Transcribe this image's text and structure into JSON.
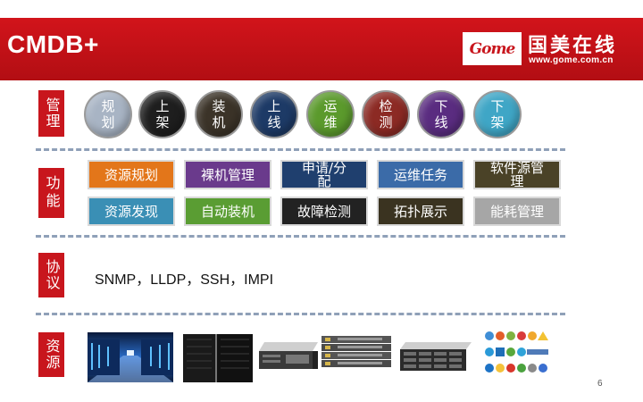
{
  "slide": {
    "title": "CMDB+",
    "page_number": "6"
  },
  "logo": {
    "script_text": "Gome",
    "cn_text": "国美在线",
    "url": "www.gome.com.cn"
  },
  "categories": [
    {
      "label": "管理"
    },
    {
      "label": "功能"
    },
    {
      "label": "协议"
    },
    {
      "label": "资源"
    }
  ],
  "management": [
    {
      "line1": "规",
      "line2": "划",
      "color": "#a8b4c4"
    },
    {
      "line1": "上",
      "line2": "架",
      "color": "#1e1e1e"
    },
    {
      "line1": "装",
      "line2": "机",
      "color": "#3b3328"
    },
    {
      "line1": "上",
      "line2": "线",
      "color": "#1d3a66"
    },
    {
      "line1": "运",
      "line2": "维",
      "color": "#5b9a2c"
    },
    {
      "line1": "检",
      "line2": "测",
      "color": "#8c2a24"
    },
    {
      "line1": "下",
      "line2": "线",
      "color": "#5a2c80"
    },
    {
      "line1": "下",
      "line2": "架",
      "color": "#3fa6c6"
    }
  ],
  "functions": {
    "row1": [
      {
        "label": "资源规划",
        "color": "#e3761a"
      },
      {
        "label": "裸机管理",
        "color": "#6a3a8c"
      },
      {
        "label": "申请/分配",
        "color": "#1f3f6e"
      },
      {
        "label": "运维任务",
        "color": "#3b6ba8"
      },
      {
        "label": "软件源管理",
        "color": "#4a4227"
      }
    ],
    "row2": [
      {
        "label": "资源发现",
        "color": "#3a8fb5"
      },
      {
        "label": "自动装机",
        "color": "#5a9d33"
      },
      {
        "label": "故障检测",
        "color": "#222222"
      },
      {
        "label": "拓扑展示",
        "color": "#3a3320"
      },
      {
        "label": "能耗管理",
        "color": "#a6a6a6"
      }
    ]
  },
  "protocols": {
    "text": "SNMP，LLDP，SSH，IMPI"
  },
  "resources": [
    {
      "kind": "datacenter-photo"
    },
    {
      "kind": "server-rack-photo"
    },
    {
      "kind": "rack-server-photo"
    },
    {
      "kind": "switch-stack-photo"
    },
    {
      "kind": "storage-array-photo"
    },
    {
      "kind": "os-logos"
    }
  ],
  "colors": {
    "brand_red": "#c8161d",
    "separator": "#8fa0b8"
  }
}
